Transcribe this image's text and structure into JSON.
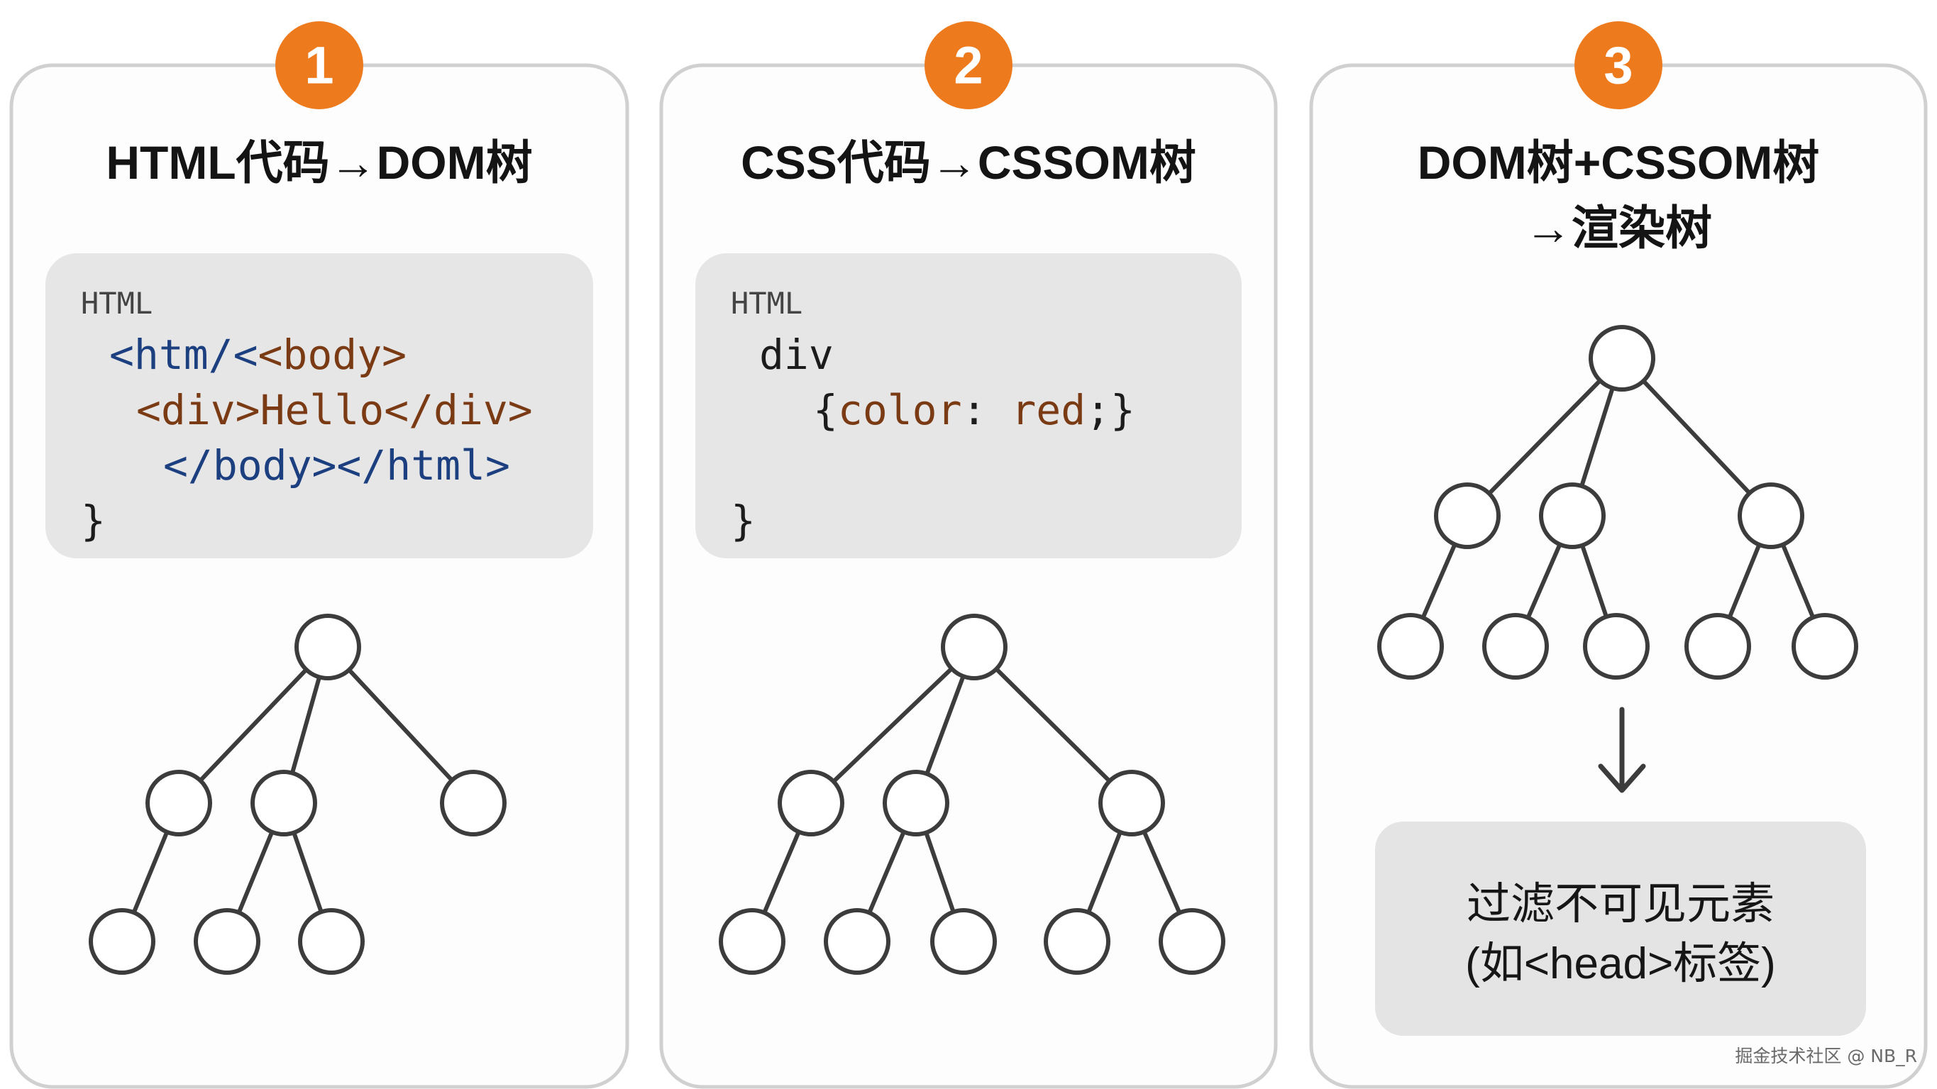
{
  "colors": {
    "accent": "#ee7a1e",
    "card_border": "#d0d0d0",
    "code_bg": "#e6e6e6",
    "node_stroke": "#3c3c3c",
    "tag_blue": "#1c3f80",
    "tag_brown": "#7a3a14",
    "plain_text": "#1c1c1c"
  },
  "panels": [
    {
      "step": "1",
      "title_lines": [
        "HTML代码→DOM树"
      ],
      "code": {
        "lang_label": "HTML",
        "lines": [
          {
            "indent": 0,
            "parts": [
              {
                "text": "<htm/<",
                "color": "blue"
              },
              {
                "text": "<body>",
                "color": "brown"
              }
            ]
          },
          {
            "indent": 1,
            "parts": [
              {
                "text": "<div>Hello</div>",
                "color": "brown"
              }
            ]
          },
          {
            "indent": 2,
            "parts": [
              {
                "text": "</body></html>",
                "color": "blue"
              }
            ]
          },
          {
            "indent": 0,
            "parts": [
              {
                "text": "}",
                "color": "plain"
              }
            ]
          }
        ]
      },
      "tree_icon": "dom-tree-icon"
    },
    {
      "step": "2",
      "title_lines": [
        "CSS代码→CSSOM树"
      ],
      "code": {
        "lang_label": "HTML",
        "lines": [
          {
            "indent": 0,
            "parts": [
              {
                "text": "div",
                "color": "plain"
              }
            ]
          },
          {
            "indent": 2,
            "parts": [
              {
                "text": "{",
                "color": "plain"
              },
              {
                "text": "color",
                "color": "brown"
              },
              {
                "text": ": ",
                "color": "plain"
              },
              {
                "text": "red",
                "color": "brown"
              },
              {
                "text": ";}",
                "color": "plain"
              }
            ]
          },
          {
            "indent": 0,
            "parts": [
              {
                "text": "",
                "color": "plain"
              }
            ]
          },
          {
            "indent": 0,
            "parts": [
              {
                "text": "}",
                "color": "plain"
              }
            ]
          }
        ]
      },
      "tree_icon": "cssom-tree-icon"
    },
    {
      "step": "3",
      "title_lines": [
        "DOM树+CSSOM树",
        "→渲染树"
      ],
      "tree_icon": "render-tree-icon",
      "arrow_icon": "arrow-down-icon",
      "note_lines": [
        "过滤不可见元素",
        "(如<head>标签)"
      ]
    }
  ],
  "watermark": "掘金技术社区 @ NB_R"
}
